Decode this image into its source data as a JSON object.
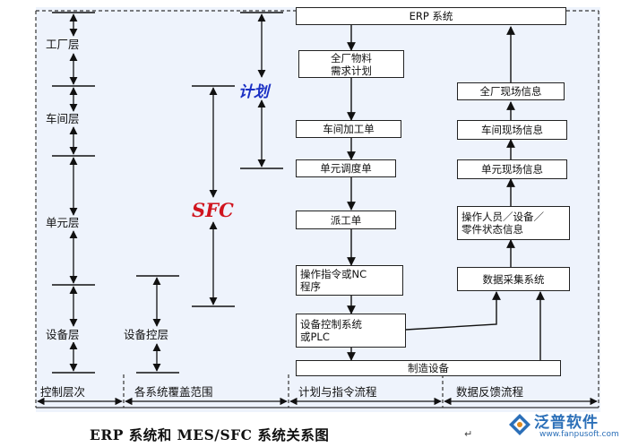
{
  "layers": [
    "工厂层",
    "车间层",
    "单元层",
    "设备层"
  ],
  "system_range_label": "设备控层",
  "plan_label": "计划",
  "sfc_label": "SFC",
  "plan_flow": [
    "ERP 系统",
    "全厂物料\n需求计划",
    "车间加工单",
    "单元调度单",
    "派工单",
    "操作指令或NC\n程序",
    "设备控制系统\n或PLC"
  ],
  "feedback_flow": [
    "全厂现场信息",
    "车间现场信息",
    "单元现场信息",
    "操作人员／设备／\n零件状态信息",
    "数据采集系统"
  ],
  "device": "制造设备",
  "footer_columns": [
    "控制层次",
    "各系统覆盖范围",
    "计划与指令流程",
    "数据反馈流程"
  ],
  "caption": "ERP 系统和 MES/SFC 系统关系图",
  "caption_mark": "↵",
  "logo": {
    "name": "泛普软件",
    "url": "www.fanpusoft.com"
  },
  "colors": {
    "plan": "#1a2fc4",
    "sfc": "#d0141e",
    "panel": "#eef3fc",
    "logo": "#2b6fb8"
  }
}
